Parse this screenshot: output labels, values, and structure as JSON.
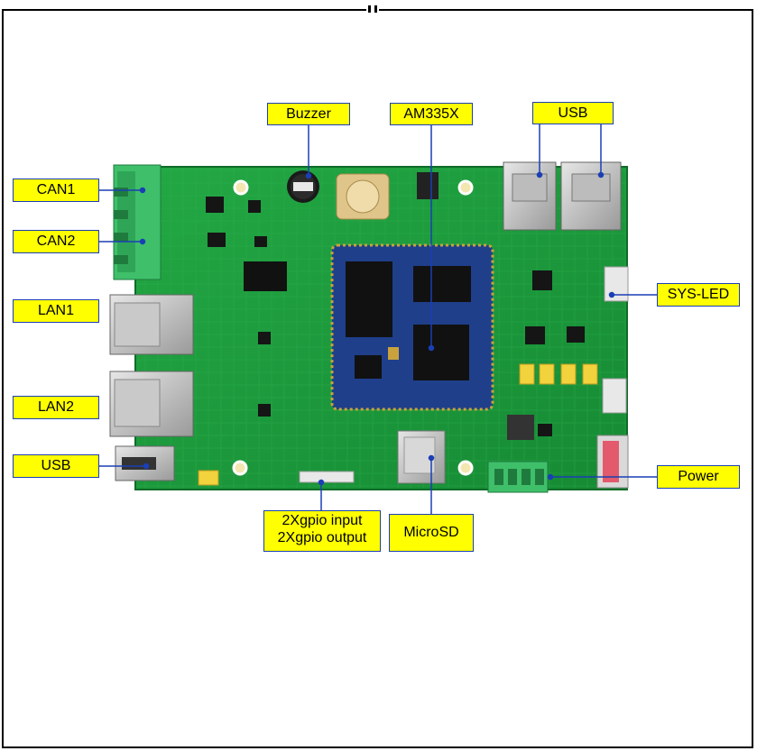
{
  "labels": {
    "buzzer": "Buzzer",
    "am335x": "AM335X",
    "usb_top": "USB",
    "can1": "CAN1",
    "can2": "CAN2",
    "lan1": "LAN1",
    "lan2": "LAN2",
    "usb_left": "USB",
    "sys_led": "SYS-LED",
    "power": "Power",
    "gpio_line1": "2Xgpio input",
    "gpio_line2": "2Xgpio output",
    "microsd": "MicroSD"
  },
  "colors": {
    "label_fill": "#ffff00",
    "label_border": "#1a3fb5",
    "pointer": "#1a3fb5",
    "pcb": "#1f9e3c"
  }
}
